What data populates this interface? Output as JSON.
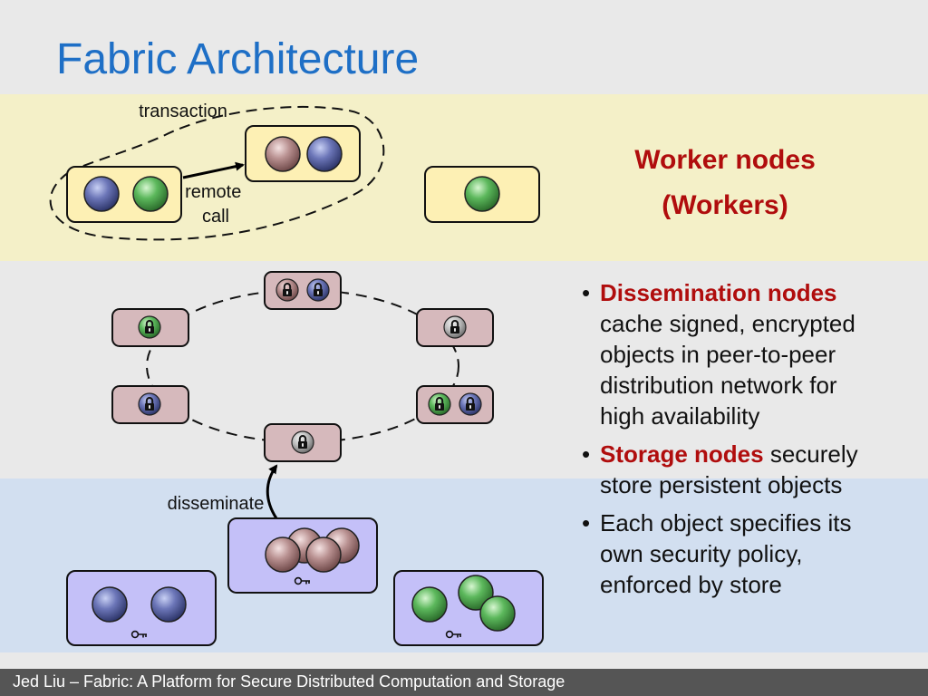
{
  "title": "Fabric Architecture",
  "workers": {
    "heading_line1": "Worker nodes",
    "heading_line2": "(Workers)",
    "label_transaction": "transaction",
    "label_remote_line1": "remote",
    "label_remote_line2": "call"
  },
  "dissemination": {
    "label_disseminate": "disseminate"
  },
  "bullets": [
    {
      "term": "Dissemination nodes",
      "text": "cache signed, encrypted objects in peer-to-peer distribution network for high availability"
    },
    {
      "term": "Storage nodes",
      "text": "securely store persistent objects"
    },
    {
      "term": "",
      "text": "Each object specifies its own security policy, enforced by store"
    }
  ],
  "footer": "Jed Liu – Fabric: A Platform for Secure Distributed Computation and Storage",
  "colors": {
    "title": "#1e6fc6",
    "accent_red": "#b00d0d",
    "worker_band": "#f4f0c8",
    "storage_band": "#d2dff0",
    "worker_node": "#fdf0b4",
    "dissem_node": "#d6b9bc",
    "storage_node": "#c4c0f8",
    "object_blue": "#5a64a6",
    "object_green": "#4fa54f",
    "object_mauve": "#b48e8e"
  }
}
